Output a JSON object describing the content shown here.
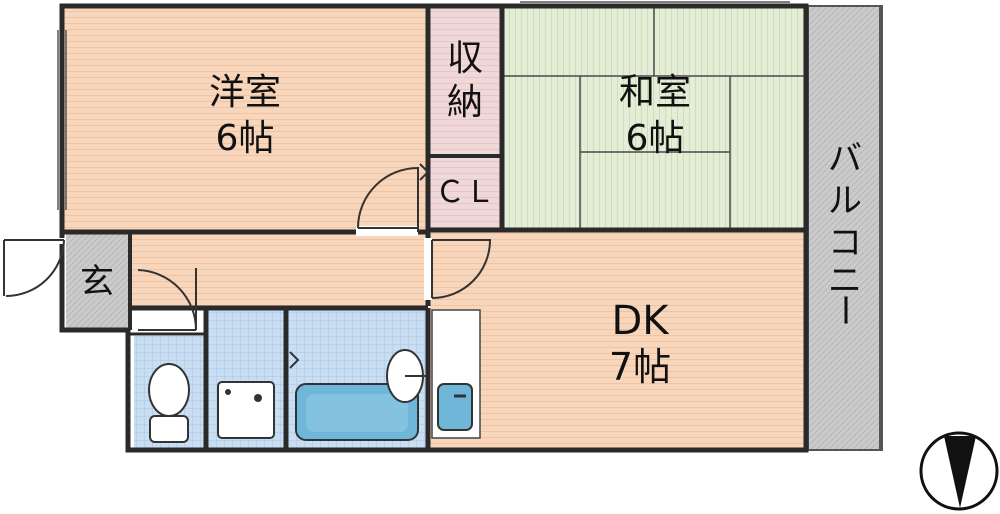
{
  "rooms": {
    "western": {
      "name": "洋室",
      "size": "6帖"
    },
    "storage": {
      "name_top": "収",
      "name_bottom": "納"
    },
    "japanese": {
      "name": "和室",
      "size": "6帖"
    },
    "closet": {
      "name": "ＣＬ"
    },
    "entrance": {
      "name": "玄"
    },
    "dk": {
      "name": "DK",
      "size": "7帖"
    },
    "balcony": {
      "chars": [
        "バ",
        "ル",
        "コ",
        "ニ",
        "ー"
      ]
    }
  },
  "colors": {
    "floor_wood": "#f7d6bc",
    "floor_wood_line": "#eec4a4",
    "tatami": "#e4edd6",
    "tatami_line": "#cfdcbc",
    "storage": "#f1d8d8",
    "wet_area": "#c7dcf2",
    "bathtub": "#6fb7d8",
    "balcony": "#c9c9c9",
    "wall": "#2a2a2a"
  },
  "icons": [
    "toilet-icon",
    "washing-machine-pan-icon",
    "bathtub-icon",
    "washbasin-icon",
    "kitchen-sink-icon",
    "north-arrow-icon"
  ]
}
